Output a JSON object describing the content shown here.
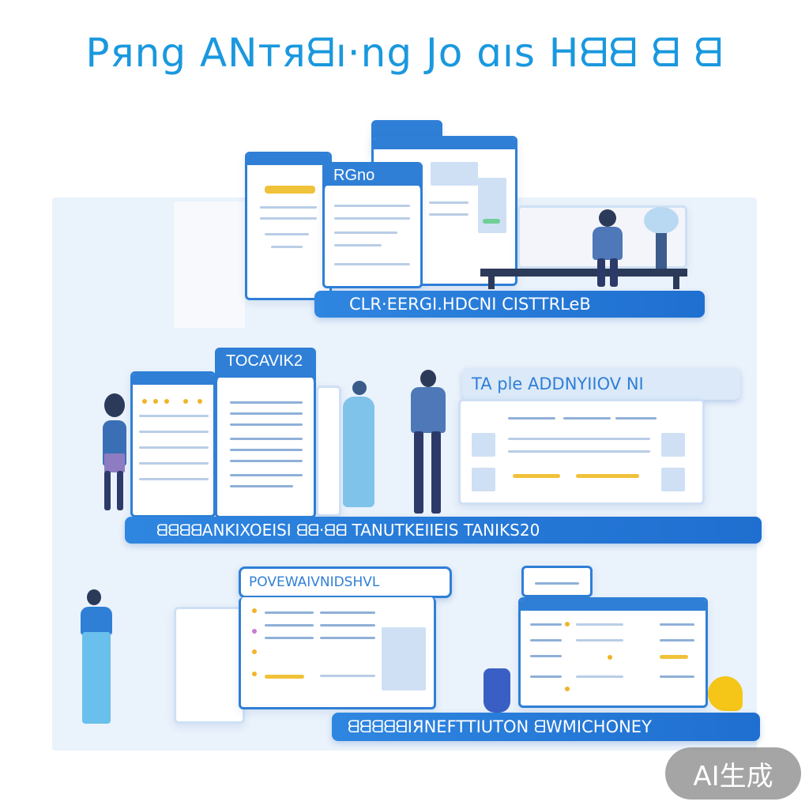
{
  "title": "Pяng ANтяᗺı·ng Jo ɑıs Hᗺᗺ ᗺ ᗺ",
  "section1": {
    "card_label": "RGno",
    "banner": "CLR·EERGI.HDCNI CISTTRLeB"
  },
  "section2": {
    "card_label": "TOCAVIK2",
    "side_label": "TA ple ADDNYIIOV NI",
    "banner": "ᗺᗺᗺᗺANKIXOEISI ᗺᗺ·ᗺᗺ  TANUTKEIIEIS  TANIKS20"
  },
  "section3": {
    "card_label": "POVEWAIVNIDSHVL",
    "banner": "ᗺᗺᗺᗺᗺIЯNEFTTIUTON  ᗺWMICHONEY"
  },
  "watermark": "AI生成",
  "colors": {
    "title": "#1a98de",
    "accent": "#2f7fd6",
    "highlight": "#f0c23a"
  }
}
